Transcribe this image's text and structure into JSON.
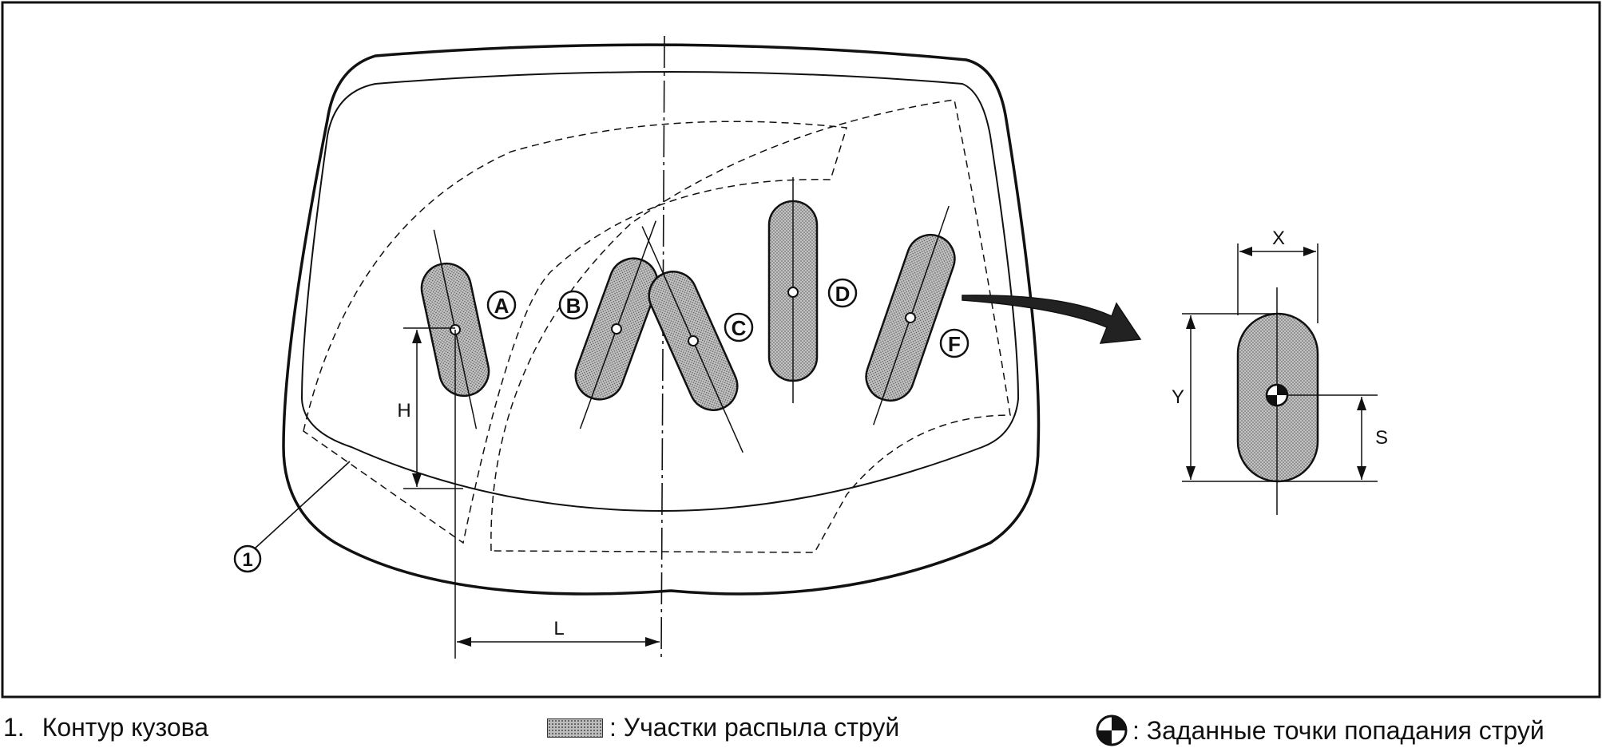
{
  "diagram": {
    "nozzles": [
      {
        "id": "A",
        "label": "A"
      },
      {
        "id": "B",
        "label": "B"
      },
      {
        "id": "C",
        "label": "C"
      },
      {
        "id": "D",
        "label": "D"
      },
      {
        "id": "F",
        "label": "F"
      }
    ],
    "callout_number": "1",
    "dimensions": {
      "h": "H",
      "l": "L",
      "x": "X",
      "y": "Y",
      "s": "S"
    }
  },
  "legend": {
    "item1_num": "1.",
    "item1_text": "Контур кузова",
    "spray_text": ": Участки распыла струй",
    "target_text": ": Заданные точки попадания струй"
  },
  "colors": {
    "fill": "#bdbdbd",
    "stroke": "#111111",
    "background": "#ffffff"
  }
}
